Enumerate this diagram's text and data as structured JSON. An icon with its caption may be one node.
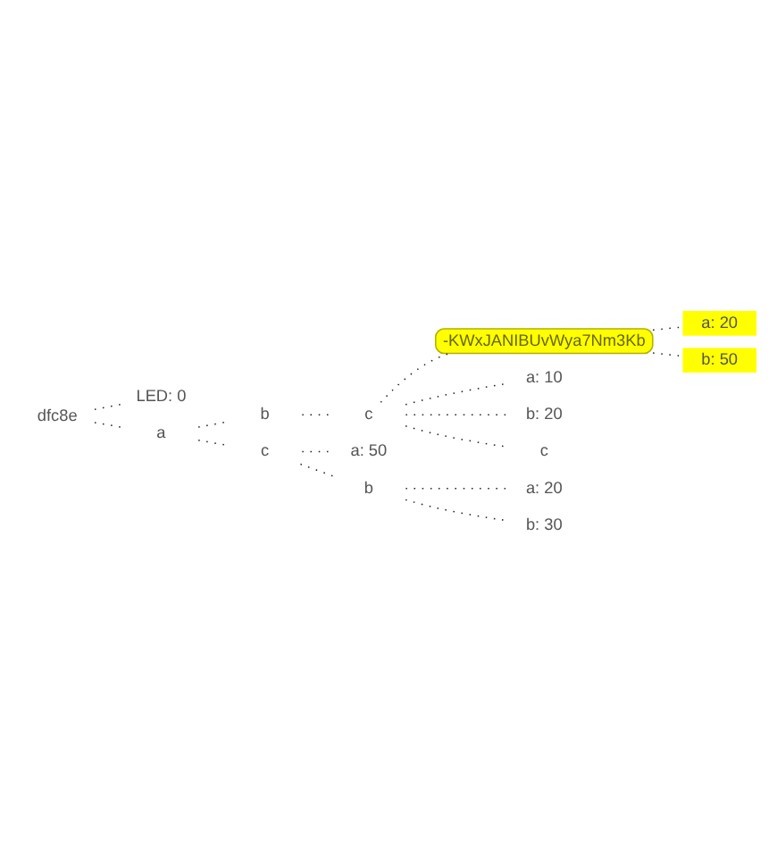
{
  "diagram": {
    "nodes": [
      {
        "text": [
          "dfc8e"
        ]
      },
      {
        "text": [
          "LED: 0"
        ]
      },
      {
        "text": [
          "a"
        ]
      },
      {
        "text": [
          "b"
        ]
      },
      {
        "text": [
          "c"
        ]
      },
      {
        "text": [
          "-KWxJANIBUvWya7Nm3Kb"
        ]
      },
      {
        "text": [
          "a: 20"
        ]
      },
      {
        "text": [
          "b: 50"
        ]
      },
      {
        "text": [
          "a: 10"
        ]
      },
      {
        "text": [
          "b: 20"
        ]
      },
      {
        "text": [
          "c"
        ]
      },
      {
        "text": [
          "c"
        ]
      },
      {
        "text": [
          "a: 50"
        ]
      },
      {
        "text": [
          "b"
        ]
      },
      {
        "text": [
          "a: 20"
        ]
      },
      {
        "text": [
          "b: 30"
        ]
      }
    ],
    "edges": [
      {
        "from": 0,
        "to": 1,
        "arrow": "none"
      },
      {
        "from": 0,
        "to": 2,
        "arrow": "none"
      },
      {
        "from": 2,
        "to": 3,
        "arrow": "none"
      },
      {
        "from": 3,
        "to": 4,
        "arrow": "none"
      },
      {
        "from": 4,
        "to": 5,
        "arrow": "none"
      },
      {
        "from": 5,
        "to": 6,
        "arrow": "none"
      },
      {
        "from": 5,
        "to": 7,
        "arrow": "none"
      },
      {
        "from": 4,
        "to": 8,
        "arrow": "none"
      },
      {
        "from": 4,
        "to": 9,
        "arrow": "none"
      },
      {
        "from": 4,
        "to": 10,
        "arrow": "none"
      },
      {
        "from": 2,
        "to": 11,
        "arrow": "none"
      },
      {
        "from": 11,
        "to": 12,
        "arrow": "none"
      },
      {
        "from": 11,
        "to": 13,
        "arrow": "none"
      },
      {
        "from": 13,
        "to": 14,
        "arrow": "none"
      },
      {
        "from": 13,
        "to": 15,
        "arrow": "none"
      }
    ]
  }
}
